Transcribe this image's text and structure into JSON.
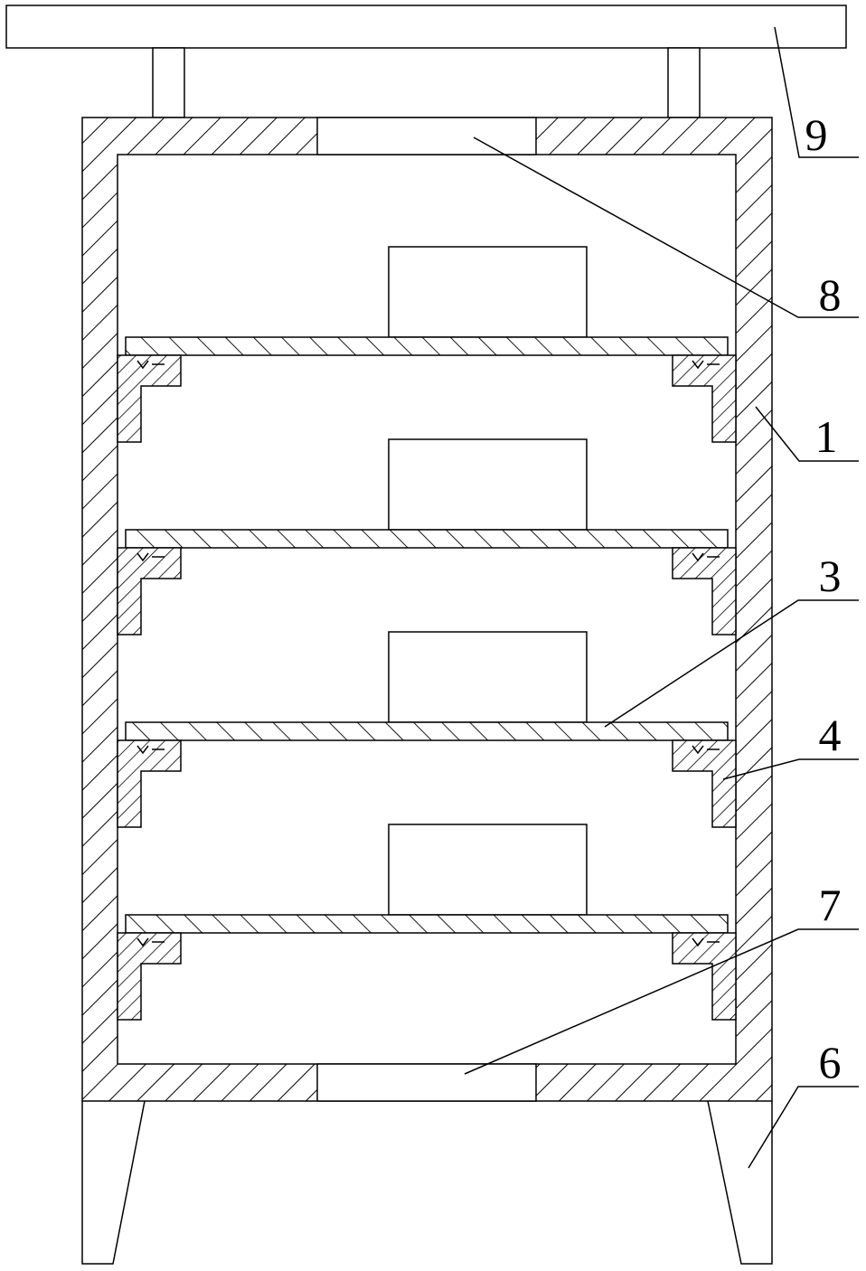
{
  "figure": {
    "labels": [
      {
        "id": "label-9",
        "text": "9"
      },
      {
        "id": "label-8",
        "text": "8"
      },
      {
        "id": "label-1",
        "text": "1"
      },
      {
        "id": "label-3",
        "text": "3"
      },
      {
        "id": "label-4",
        "text": "4"
      },
      {
        "id": "label-7",
        "text": "7"
      },
      {
        "id": "label-6",
        "text": "6"
      }
    ],
    "shelf_count": 4,
    "colors": {
      "line": "#000000",
      "background": "#ffffff"
    }
  }
}
